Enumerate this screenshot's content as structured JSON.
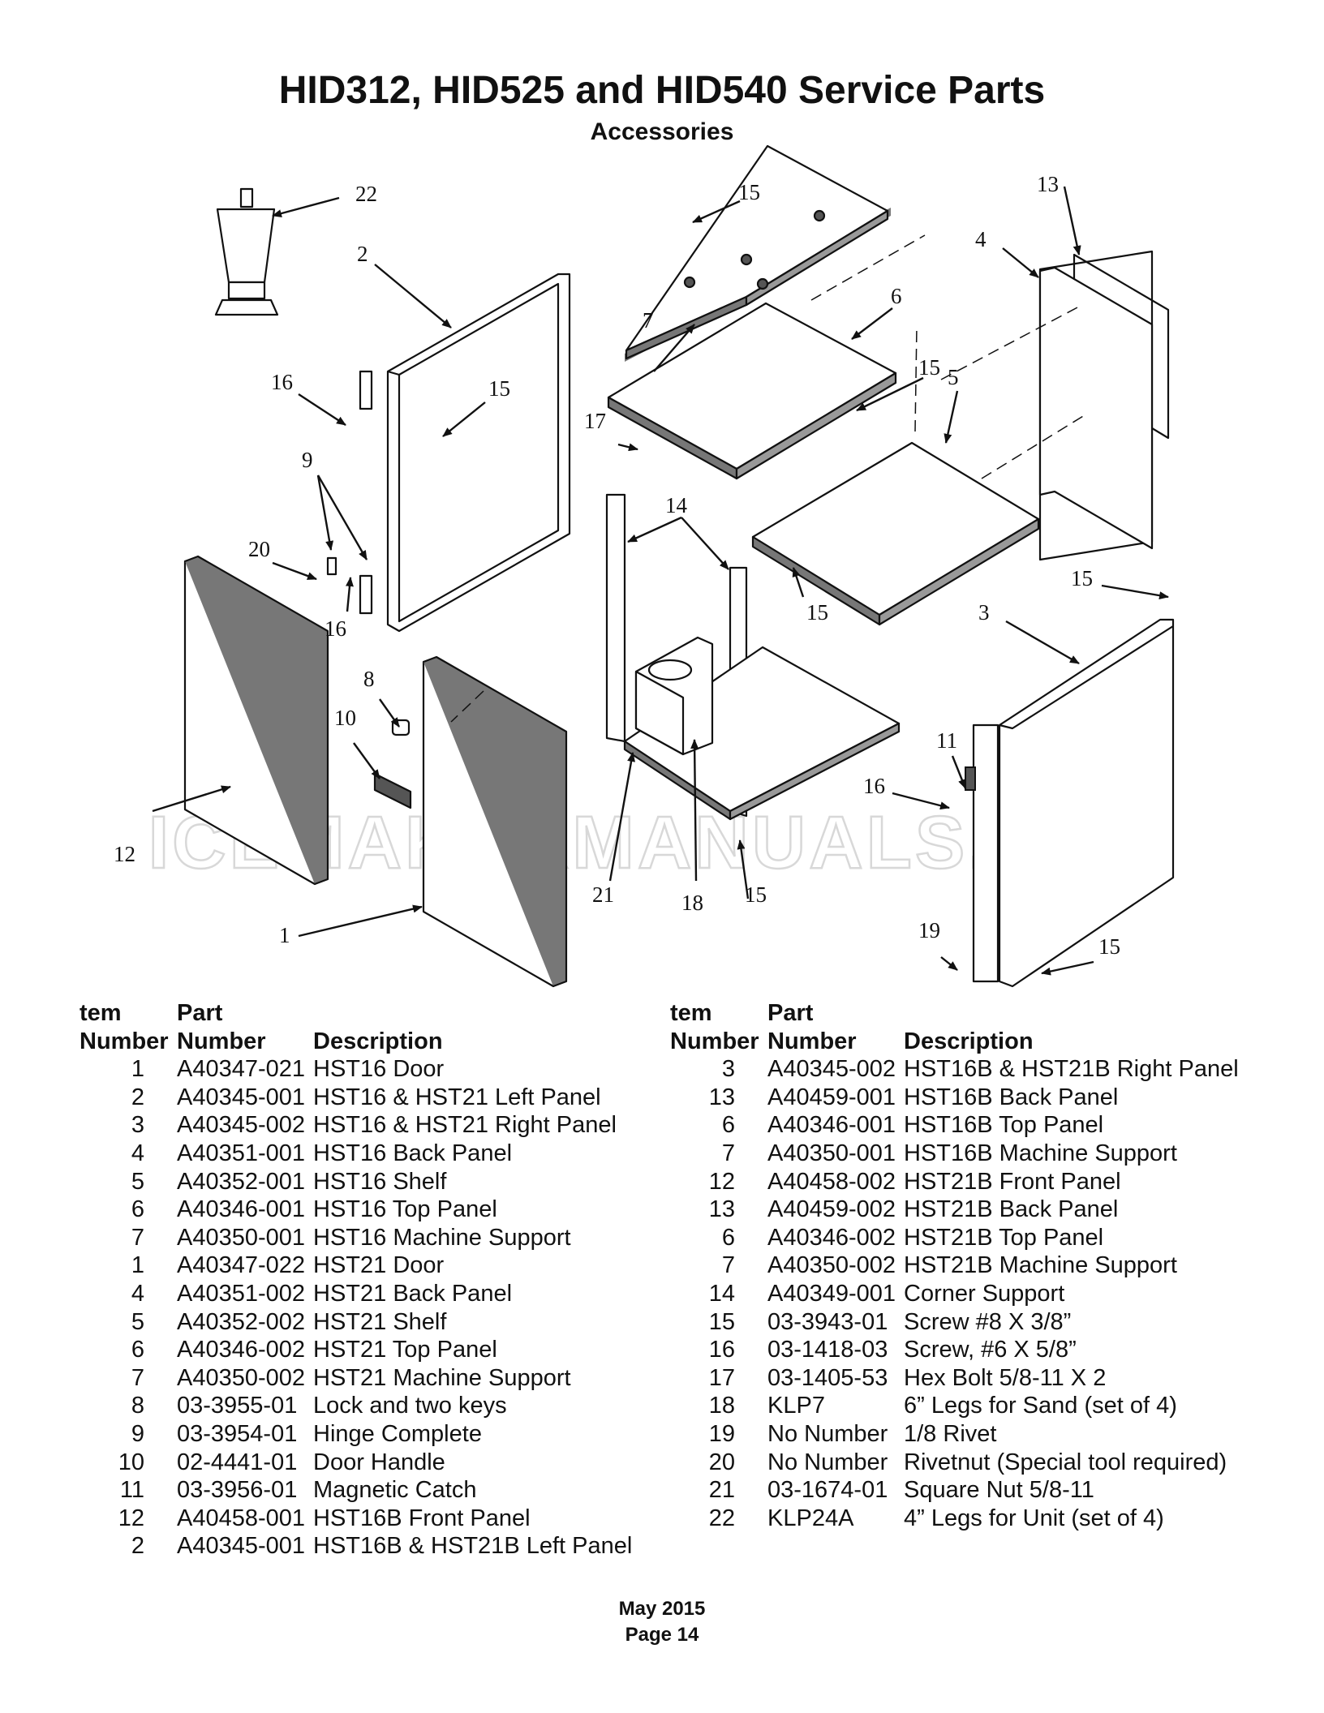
{
  "page": {
    "title": "HID312, HID525 and HID540 Service Parts",
    "subtitle": "Accessories",
    "watermark": "ICEMAKERMANUALS.COM",
    "footer_date": "May 2015",
    "footer_page": "Page 14"
  },
  "diagram": {
    "callouts": [
      "22",
      "2",
      "16",
      "15",
      "9",
      "20",
      "16",
      "12",
      "8",
      "10",
      "1",
      "15",
      "7",
      "6",
      "15",
      "17",
      "14",
      "15",
      "21",
      "18",
      "15",
      "13",
      "4",
      "5",
      "3",
      "15",
      "11",
      "16",
      "19",
      "15"
    ]
  },
  "table": {
    "headers": {
      "item_line1": "tem",
      "item_line2": "Number",
      "part_line1": "Part",
      "part_line2": "Number",
      "description": "Description"
    },
    "left_rows": [
      {
        "item": "1",
        "part": "A40347-021",
        "desc": "HST16 Door"
      },
      {
        "item": "2",
        "part": "A40345-001",
        "desc": "HST16 & HST21 Left Panel"
      },
      {
        "item": "3",
        "part": "A40345-002",
        "desc": "HST16 & HST21 Right Panel"
      },
      {
        "item": "4",
        "part": "A40351-001",
        "desc": "HST16 Back Panel"
      },
      {
        "item": "5",
        "part": "A40352-001",
        "desc": "HST16 Shelf"
      },
      {
        "item": "6",
        "part": "A40346-001",
        "desc": "HST16 Top Panel"
      },
      {
        "item": "7",
        "part": "A40350-001",
        "desc": "HST16 Machine Support"
      },
      {
        "item": "1",
        "part": "A40347-022",
        "desc": "HST21 Door"
      },
      {
        "item": "4",
        "part": "A40351-002",
        "desc": "HST21 Back Panel"
      },
      {
        "item": "5",
        "part": "A40352-002",
        "desc": "HST21 Shelf"
      },
      {
        "item": "6",
        "part": "A40346-002",
        "desc": "HST21 Top Panel"
      },
      {
        "item": "7",
        "part": "A40350-002",
        "desc": "HST21 Machine Support"
      },
      {
        "item": "8",
        "part": "03-3955-01",
        "desc": "Lock and two keys"
      },
      {
        "item": "9",
        "part": "03-3954-01",
        "desc": "Hinge Complete"
      },
      {
        "item": "10",
        "part": "02-4441-01",
        "desc": "Door Handle"
      },
      {
        "item": "11",
        "part": "03-3956-01",
        "desc": "Magnetic Catch"
      },
      {
        "item": "12",
        "part": "A40458-001",
        "desc": "HST16B Front Panel"
      },
      {
        "item": "2",
        "part": "A40345-001",
        "desc": "HST16B & HST21B Left Panel"
      }
    ],
    "right_rows": [
      {
        "item": "3",
        "part": "A40345-002",
        "desc": "HST16B & HST21B Right Panel"
      },
      {
        "item": "13",
        "part": "A40459-001",
        "desc": "HST16B Back Panel"
      },
      {
        "item": "6",
        "part": "A40346-001",
        "desc": "HST16B Top Panel"
      },
      {
        "item": "7",
        "part": "A40350-001",
        "desc": "HST16B Machine Support"
      },
      {
        "item": "12",
        "part": "A40458-002",
        "desc": "HST21B Front Panel"
      },
      {
        "item": "13",
        "part": "A40459-002",
        "desc": "HST21B Back Panel"
      },
      {
        "item": "6",
        "part": "A40346-002",
        "desc": "HST21B Top Panel"
      },
      {
        "item": "7",
        "part": "A40350-002",
        "desc": "HST21B Machine Support"
      },
      {
        "item": "14",
        "part": "A40349-001",
        "desc": "Corner Support"
      },
      {
        "item": "15",
        "part": "03-3943-01",
        "desc": "Screw #8 X 3/8”"
      },
      {
        "item": "16",
        "part": "03-1418-03",
        "desc": "Screw, #6 X 5/8”"
      },
      {
        "item": "17",
        "part": "03-1405-53",
        "desc": "Hex Bolt 5/8-11 X 2"
      },
      {
        "item": "18",
        "part": "KLP7",
        "desc": "6” Legs for Sand (set of 4)"
      },
      {
        "item": "19",
        "part": "No Number",
        "desc": "1/8 Rivet"
      },
      {
        "item": "20",
        "part": "No Number",
        "desc": "Rivetnut (Special tool required)"
      },
      {
        "item": "21",
        "part": "03-1674-01",
        "desc": "Square Nut 5/8-11"
      },
      {
        "item": "22",
        "part": "KLP24A",
        "desc": "4” Legs for Unit (set of 4)"
      }
    ]
  }
}
